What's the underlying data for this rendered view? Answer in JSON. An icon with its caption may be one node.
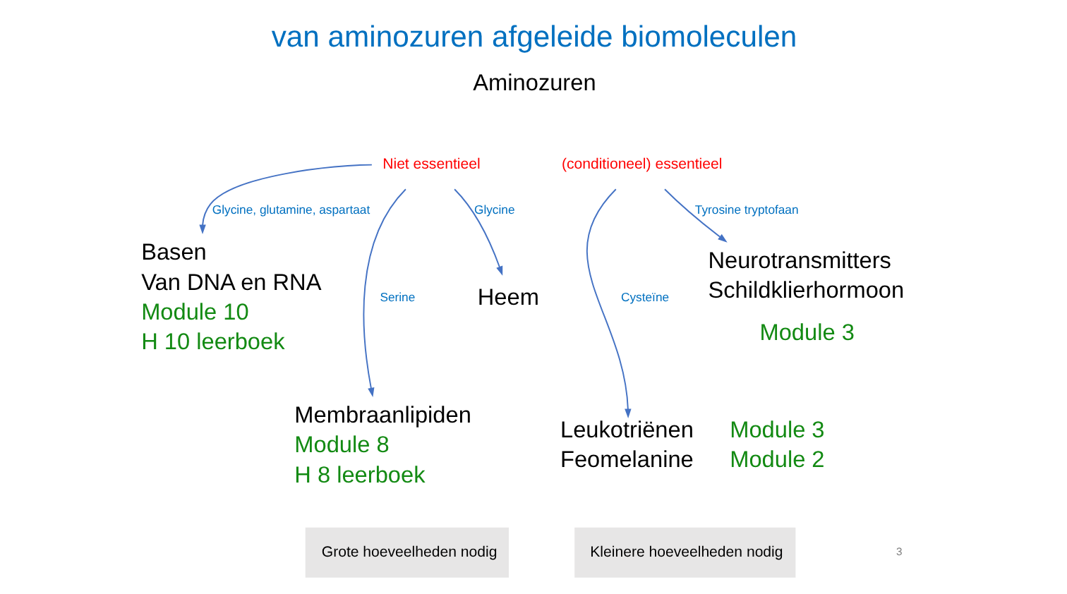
{
  "diagram": {
    "title": "van aminozuren afgeleide biomoleculen",
    "nodes": [
      {
        "text": [
          "Niet essentieel"
        ]
      },
      {
        "text": [
          "(conditioneel) essentieel"
        ]
      },
      {
        "text": [
          "Basen",
          "Van DNA en RNA",
          "Module 10",
          "H 10 leerboek"
        ]
      },
      {
        "text": [
          "Heem"
        ]
      },
      {
        "text": [
          "Membraanlipiden",
          "Module 8",
          "H 8 leerboek"
        ]
      },
      {
        "text": [
          "Neurotransmitters",
          "Schildklierhormoon"
        ],
        "beside": [
          "Module 3"
        ]
      },
      {
        "text": [
          "Leukotriënen",
          "Feomelanine"
        ],
        "beside": [
          "Module 3",
          "Module 2"
        ]
      },
      {
        "text": [
          "Grote hoeveelheden nodig"
        ]
      },
      {
        "text": [
          "Kleinere hoeveelheden nodig"
        ]
      }
    ],
    "edges": [
      {
        "from": 0,
        "to": 2,
        "arrow": "to",
        "label": "Glycine, glutamine, aspartaat"
      },
      {
        "from": 0,
        "to": 3,
        "arrow": "to",
        "label": "Glycine"
      },
      {
        "from": 0,
        "to": 4,
        "arrow": "to",
        "label": "Serine"
      },
      {
        "from": 1,
        "to": 5,
        "arrow": "to",
        "label": "Tyrosine tryptofaan"
      },
      {
        "from": 1,
        "to": 6,
        "arrow": "to",
        "label": "Cysteïne"
      }
    ],
    "labels": [
      "Aminozuren",
      "3"
    ]
  }
}
